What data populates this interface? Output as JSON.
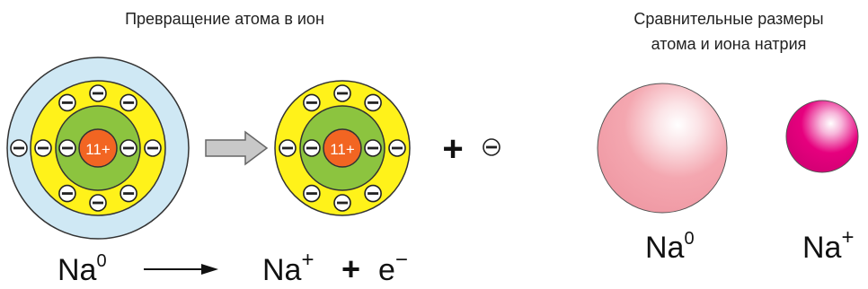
{
  "left_title": "Превращение атома в ион",
  "right_title_line1": "Сравнительные размеры",
  "right_title_line2": "атома и иона натрия",
  "nucleus_charge": "11+",
  "electron_symbol": "−",
  "plus_symbol": "+",
  "equation": {
    "reactant": "Na",
    "reactant_sup": "0",
    "product_ion": "Na",
    "product_ion_sup": "+",
    "plus": "+",
    "electron": "e",
    "electron_sup": "−"
  },
  "size_labels": {
    "atom": "Na",
    "atom_sup": "0",
    "ion": "Na",
    "ion_sup": "+"
  },
  "colors": {
    "outer_shell": "#cfe8f4",
    "middle_shell": "#fff21a",
    "inner_shell": "#8cc43f",
    "nucleus": "#f26522",
    "atom_sphere": "#f4a7b0",
    "ion_sphere": "#e6007e",
    "arrow": "#c8c8c8"
  }
}
